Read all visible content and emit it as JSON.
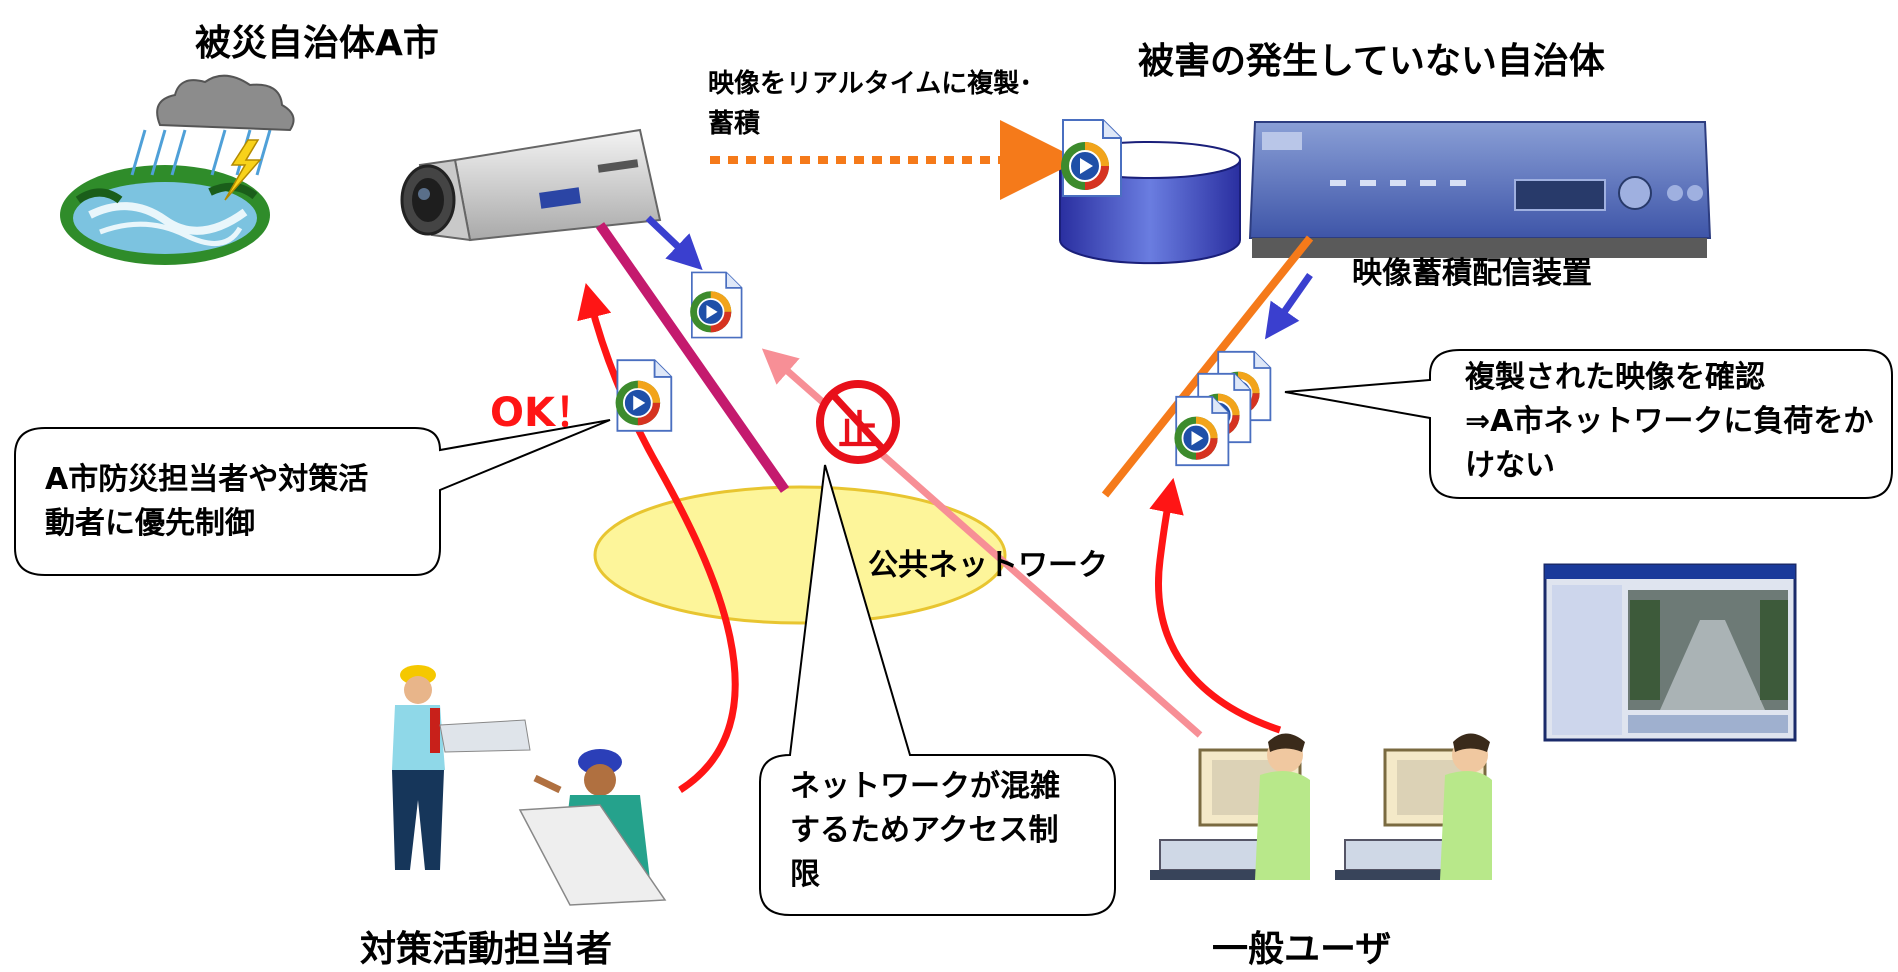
{
  "titles": {
    "disaster_city": "被災自治体A市",
    "undamaged_city": "被害の発生していない自治体",
    "storage_device": "映像蓄積配信装置",
    "responders": "対策活動担当者",
    "general_users": "一般ユーザ",
    "public_network": "公共ネットワーク"
  },
  "annotations": {
    "replicate_realtime": "映像をリアルタイムに複製･蓄積",
    "ok_mark": "OK！",
    "stop_mark": "止"
  },
  "callouts": {
    "priority_control": "A市防災担当者や対策活動者に優先制御",
    "confirm_replicated": "複製された映像を確認\n⇒A市ネットワークに負荷をかけない",
    "access_restriction": "ネットワークが混雑するためアクセス制限"
  },
  "colors": {
    "network_fill": "#fdf59a",
    "network_stroke": "#e8c530",
    "arrow_red": "#ff1515",
    "arrow_pink": "#f78f96",
    "line_magenta": "#c41a6e",
    "line_orange": "#f57a1a",
    "arrow_blue": "#3a3fcf",
    "dotted_orange": "#f57a1a"
  },
  "icons": {
    "camera": "camera-icon",
    "storm": "storm-icon",
    "recorder": "recorder-icon",
    "database": "database-icon",
    "video_file": "video-file-icon",
    "worker": "worker-icon",
    "user_pc": "user-pc-icon",
    "screenshot": "monitor-screenshot-icon"
  }
}
